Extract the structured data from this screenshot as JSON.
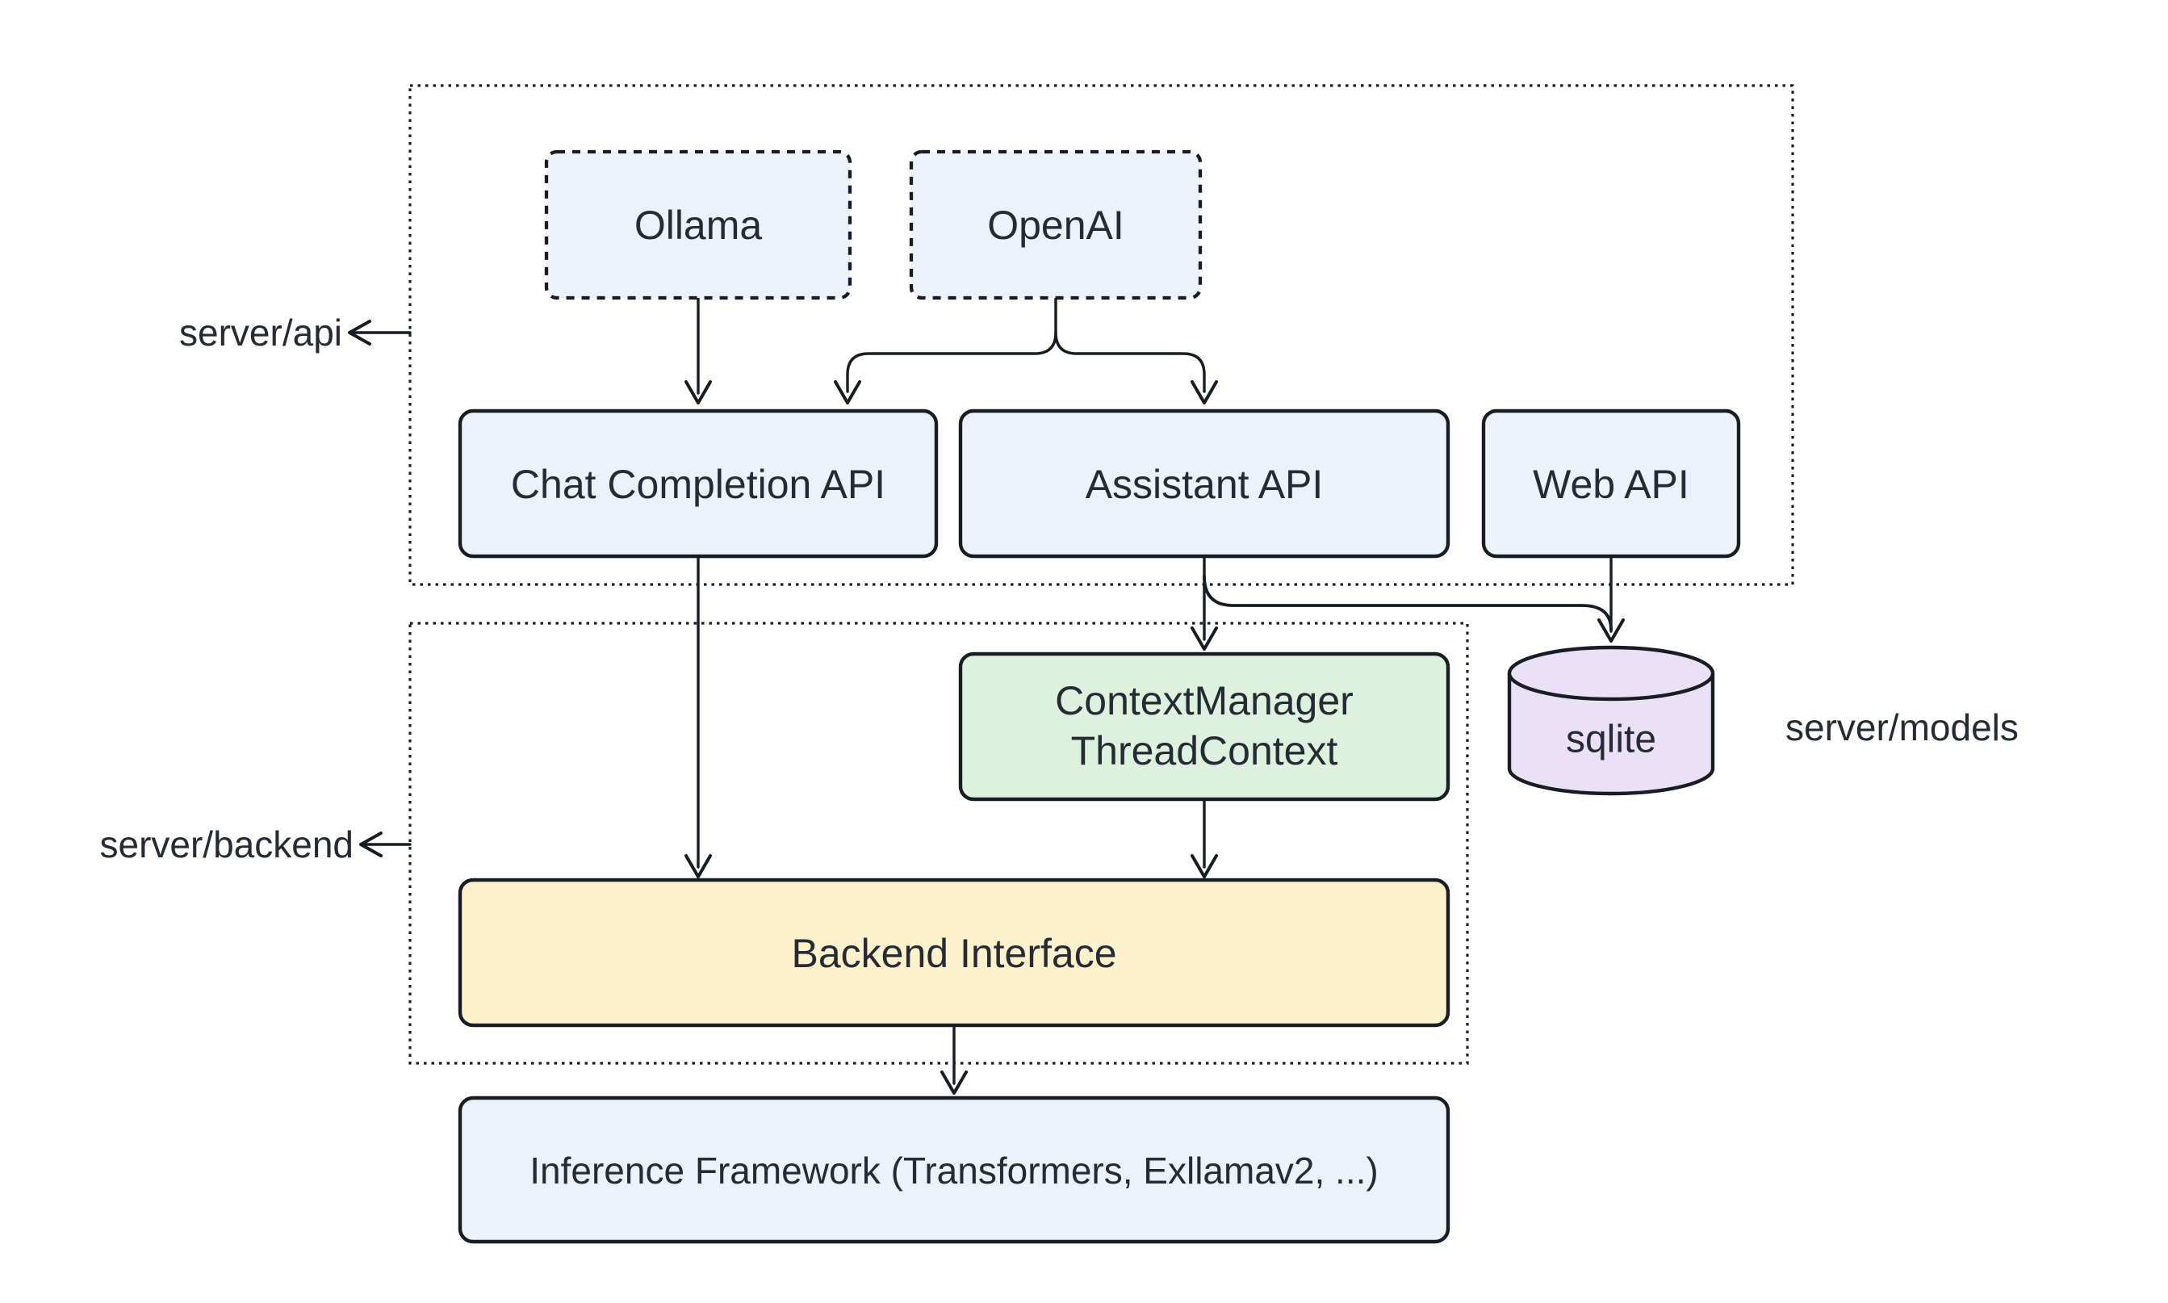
{
  "diagram": {
    "type": "flowchart",
    "colors": {
      "background": "#ffffff",
      "stroke": "#181c23",
      "text": "#262b33",
      "node_blue": "#edf1fa",
      "node_green": "#ddf2de",
      "node_yellow": "#fdf0cd",
      "node_purple": "#eae1f8"
    },
    "containers": {
      "server_api": {
        "label": "server/api"
      },
      "server_backend": {
        "label": "server/backend"
      }
    },
    "external_labels": {
      "server_models": "server/models"
    },
    "nodes": {
      "ollama": {
        "label": "Ollama",
        "fill": "#edf1fa",
        "border": "dashed"
      },
      "openai": {
        "label": "OpenAI",
        "fill": "#edf1fa",
        "border": "dashed"
      },
      "chat_completion_api": {
        "label": "Chat Completion API",
        "fill": "#edf1fa",
        "border": "solid"
      },
      "assistant_api": {
        "label": "Assistant API",
        "fill": "#edf1fa",
        "border": "solid"
      },
      "web_api": {
        "label": "Web API",
        "fill": "#edf1fa",
        "border": "solid"
      },
      "context_manager": {
        "label_line1": "ContextManager",
        "label_line2": "ThreadContext",
        "fill": "#ddf2de",
        "border": "solid"
      },
      "sqlite": {
        "label": "sqlite",
        "fill": "#eae1f8",
        "shape": "cylinder"
      },
      "backend_interface": {
        "label": "Backend Interface",
        "fill": "#fdf0cd",
        "border": "solid"
      },
      "inference_framework": {
        "label": "Inference Framework (Transformers, Exllamav2, ...)",
        "fill": "#edf1fa",
        "border": "solid"
      }
    },
    "edges": [
      {
        "from": "ollama",
        "to": "chat_completion_api"
      },
      {
        "from": "openai",
        "to": "chat_completion_api"
      },
      {
        "from": "openai",
        "to": "assistant_api"
      },
      {
        "from": "chat_completion_api",
        "to": "backend_interface"
      },
      {
        "from": "assistant_api",
        "to": "context_manager"
      },
      {
        "from": "assistant_api",
        "to": "sqlite"
      },
      {
        "from": "web_api",
        "to": "sqlite"
      },
      {
        "from": "context_manager",
        "to": "backend_interface"
      },
      {
        "from": "backend_interface",
        "to": "inference_framework"
      }
    ]
  }
}
